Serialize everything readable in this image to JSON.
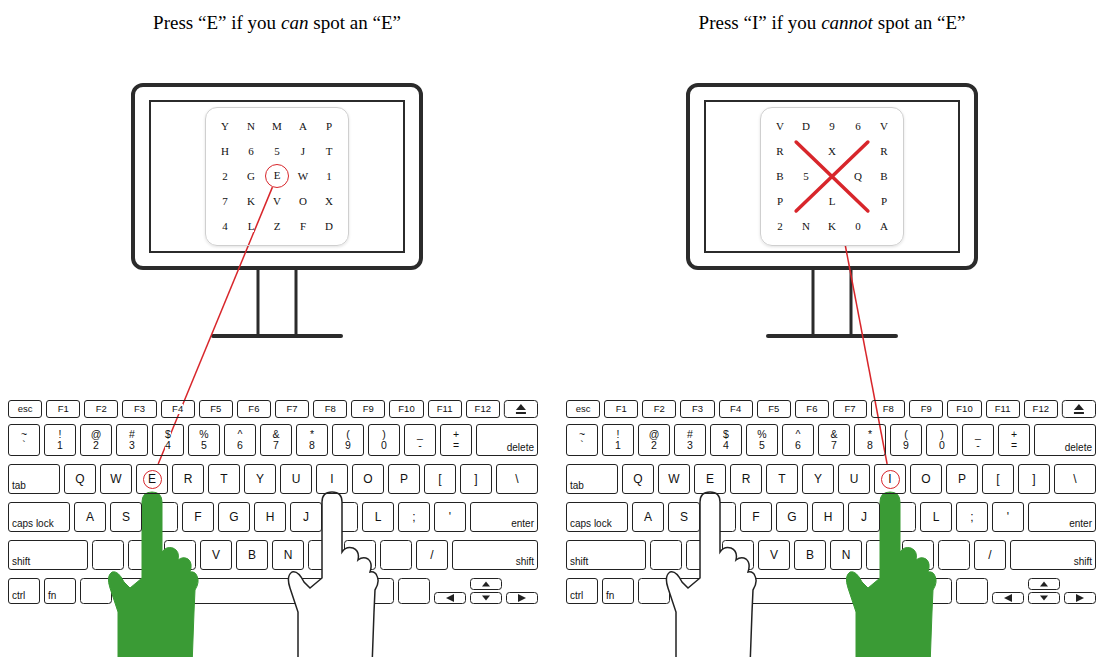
{
  "diagram": {
    "nodes": [
      {
        "text": [
          "Y",
          "N",
          "M",
          "A",
          "P",
          "H",
          "6",
          "5",
          "J",
          "T",
          "2",
          "G",
          "W",
          "1",
          "7",
          "K",
          "V",
          "O",
          "X",
          "4",
          "L",
          "Z",
          "F",
          "D"
        ]
      },
      {
        "text": [
          "E"
        ],
        "in": 0
      },
      {
        "text": [
          "esc"
        ]
      },
      {
        "text": [
          "F1"
        ]
      },
      {
        "text": [
          "F2"
        ]
      },
      {
        "text": [
          "F3"
        ]
      },
      {
        "text": [
          "F4"
        ]
      },
      {
        "text": [
          "F5"
        ]
      },
      {
        "text": [
          "F6"
        ]
      },
      {
        "text": [
          "F7"
        ]
      },
      {
        "text": [
          "F8"
        ]
      },
      {
        "text": [
          "F9"
        ]
      },
      {
        "text": [
          "F10"
        ]
      },
      {
        "text": [
          "F11"
        ]
      },
      {
        "text": [
          "F12"
        ]
      },
      {
        "text": [
          "~",
          "`"
        ]
      },
      {
        "text": [
          "!",
          "1"
        ]
      },
      {
        "text": [
          "@",
          "2"
        ]
      },
      {
        "text": [
          "#",
          "3"
        ]
      },
      {
        "text": [
          "$",
          "4"
        ]
      },
      {
        "text": [
          "%",
          "5"
        ]
      },
      {
        "text": [
          "^",
          "6"
        ]
      },
      {
        "text": [
          "&",
          "7"
        ]
      },
      {
        "text": [
          "*",
          "8"
        ]
      },
      {
        "text": [
          "(",
          "9"
        ]
      },
      {
        "text": [
          ")",
          "0"
        ]
      },
      {
        "text": [
          "_",
          "-"
        ]
      },
      {
        "text": [
          "+",
          "="
        ]
      },
      {
        "text": [
          "delete"
        ]
      },
      {
        "text": [
          "tab"
        ]
      },
      {
        "text": [
          "Q"
        ]
      },
      {
        "text": [
          "W"
        ]
      },
      {
        "text": [
          "E"
        ]
      },
      {
        "text": [
          "R"
        ]
      },
      {
        "text": [
          "T"
        ]
      },
      {
        "text": [
          "Y"
        ]
      },
      {
        "text": [
          "U"
        ]
      },
      {
        "text": [
          "I"
        ]
      },
      {
        "text": [
          "O"
        ]
      },
      {
        "text": [
          "P"
        ]
      },
      {
        "text": [
          "["
        ]
      },
      {
        "text": [
          "]"
        ]
      },
      {
        "text": [
          "\\"
        ]
      },
      {
        "text": [
          "caps lock"
        ]
      },
      {
        "text": [
          "A"
        ]
      },
      {
        "text": [
          "S"
        ]
      },
      {
        "text": [
          "F"
        ]
      },
      {
        "text": [
          "G"
        ]
      },
      {
        "text": [
          "H"
        ]
      },
      {
        "text": [
          "J"
        ]
      },
      {
        "text": [
          "L"
        ]
      },
      {
        "text": [
          ";"
        ]
      },
      {
        "text": [
          "'"
        ]
      },
      {
        "text": [
          "enter"
        ]
      },
      {
        "text": [
          "shift"
        ]
      },
      {
        "text": [
          "V"
        ]
      },
      {
        "text": [
          "B"
        ]
      },
      {
        "text": [
          "N"
        ]
      },
      {
        "text": [
          "/"
        ]
      },
      {
        "text": [
          "shift"
        ]
      },
      {
        "text": [
          "ctrl"
        ]
      },
      {
        "text": [
          "fn"
        ]
      },
      {
        "text": [
          "V",
          "D",
          "9",
          "6",
          "V",
          "R",
          "X",
          "R",
          "B",
          "5",
          "Q",
          "B",
          "P",
          "L",
          "P",
          "2",
          "N",
          "K",
          "0",
          "A"
        ]
      },
      {
        "text": [
          "esc"
        ]
      },
      {
        "text": [
          "F1"
        ]
      },
      {
        "text": [
          "F2"
        ]
      },
      {
        "text": [
          "F3"
        ]
      },
      {
        "text": [
          "F4"
        ]
      },
      {
        "text": [
          "F5"
        ]
      },
      {
        "text": [
          "F6"
        ]
      },
      {
        "text": [
          "F7"
        ]
      },
      {
        "text": [
          "F8"
        ]
      },
      {
        "text": [
          "F9"
        ]
      },
      {
        "text": [
          "F10"
        ]
      },
      {
        "text": [
          "F11"
        ]
      },
      {
        "text": [
          "F12"
        ]
      },
      {
        "text": [
          "~",
          "`"
        ]
      },
      {
        "text": [
          "!",
          "1"
        ]
      },
      {
        "text": [
          "@",
          "2"
        ]
      },
      {
        "text": [
          "#",
          "3"
        ]
      },
      {
        "text": [
          "$",
          "4"
        ]
      },
      {
        "text": [
          "%",
          "5"
        ]
      },
      {
        "text": [
          "^",
          "6"
        ]
      },
      {
        "text": [
          "&",
          "7"
        ]
      },
      {
        "text": [
          "*",
          "8"
        ]
      },
      {
        "text": [
          "(",
          "9"
        ]
      },
      {
        "text": [
          ")",
          "0"
        ]
      },
      {
        "text": [
          "_",
          "-"
        ]
      },
      {
        "text": [
          "+",
          "="
        ]
      },
      {
        "text": [
          "delete"
        ]
      },
      {
        "text": [
          "tab"
        ]
      },
      {
        "text": [
          "Q"
        ]
      },
      {
        "text": [
          "W"
        ]
      },
      {
        "text": [
          "E"
        ]
      },
      {
        "text": [
          "R"
        ]
      },
      {
        "text": [
          "T"
        ]
      },
      {
        "text": [
          "Y"
        ]
      },
      {
        "text": [
          "U"
        ]
      },
      {
        "text": [
          "I"
        ]
      },
      {
        "text": [
          "O"
        ]
      },
      {
        "text": [
          "P"
        ]
      },
      {
        "text": [
          "["
        ]
      },
      {
        "text": [
          "]"
        ]
      },
      {
        "text": [
          "\\"
        ]
      },
      {
        "text": [
          "caps lock"
        ]
      },
      {
        "text": [
          "A"
        ]
      },
      {
        "text": [
          "S"
        ]
      },
      {
        "text": [
          "F"
        ]
      },
      {
        "text": [
          "G"
        ]
      },
      {
        "text": [
          "H"
        ]
      },
      {
        "text": [
          "J"
        ]
      },
      {
        "text": [
          "L"
        ]
      },
      {
        "text": [
          ";"
        ]
      },
      {
        "text": [
          "'"
        ]
      },
      {
        "text": [
          "enter"
        ]
      },
      {
        "text": [
          "shift"
        ]
      },
      {
        "text": [
          "V"
        ]
      },
      {
        "text": [
          "B"
        ]
      },
      {
        "text": [
          "N"
        ]
      },
      {
        "text": [
          "/"
        ]
      },
      {
        "text": [
          "shift"
        ]
      },
      {
        "text": [
          "ctrl"
        ]
      },
      {
        "text": [
          "fn"
        ]
      }
    ],
    "edges": [
      {
        "from": 1,
        "to": 32,
        "arrow": "none"
      },
      {
        "from": 62,
        "to": 98,
        "arrow": "none"
      }
    ],
    "labels": [
      "Press “E” if you",
      "can",
      "spot an “E”",
      "Press “I” if you",
      "cannot",
      "spot an “E”"
    ]
  }
}
